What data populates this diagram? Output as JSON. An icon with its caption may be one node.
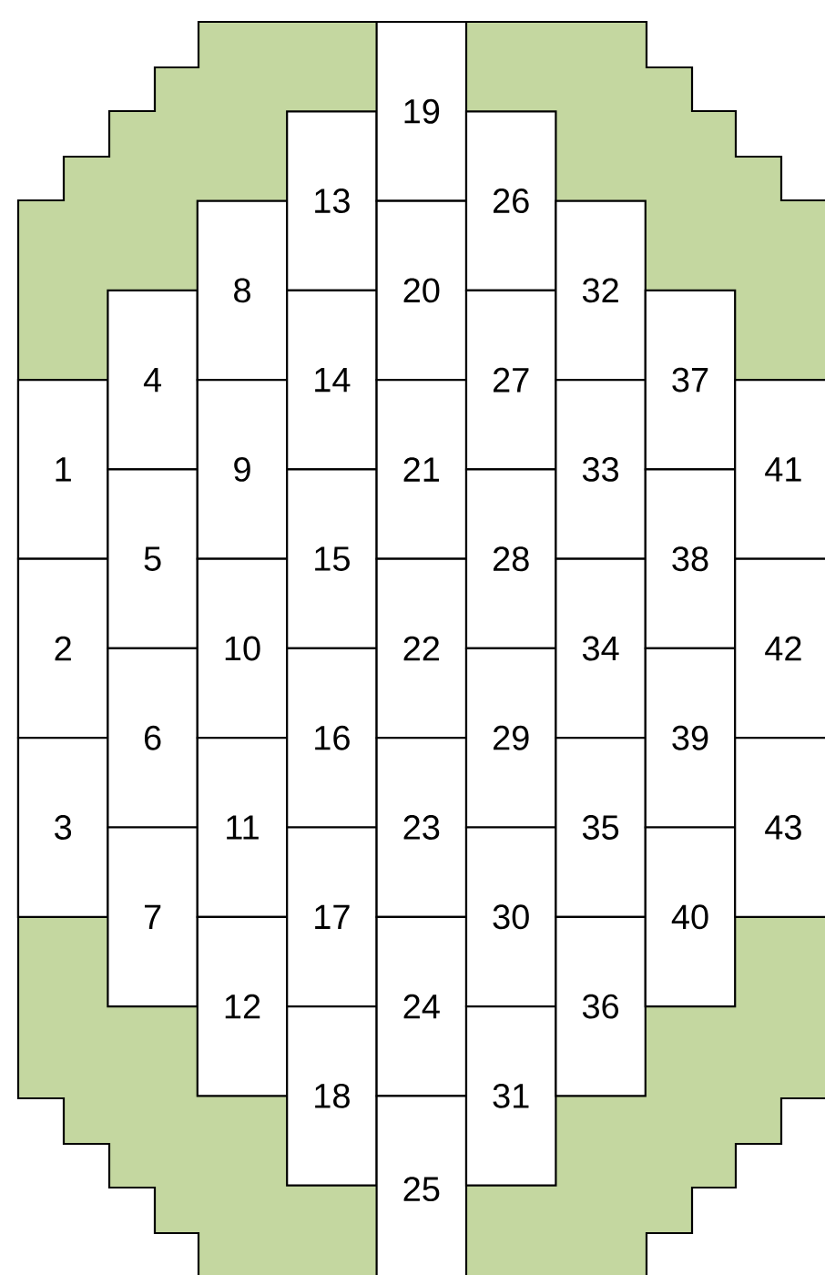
{
  "diagram": {
    "nodes": [
      {
        "text": [
          "1"
        ]
      },
      {
        "text": [
          "2"
        ]
      },
      {
        "text": [
          "3"
        ]
      },
      {
        "text": [
          "4"
        ]
      },
      {
        "text": [
          "5"
        ]
      },
      {
        "text": [
          "6"
        ]
      },
      {
        "text": [
          "7"
        ]
      },
      {
        "text": [
          "8"
        ]
      },
      {
        "text": [
          "9"
        ]
      },
      {
        "text": [
          "10"
        ]
      },
      {
        "text": [
          "11"
        ]
      },
      {
        "text": [
          "12"
        ]
      },
      {
        "text": [
          "13"
        ]
      },
      {
        "text": [
          "14"
        ]
      },
      {
        "text": [
          "15"
        ]
      },
      {
        "text": [
          "16"
        ]
      },
      {
        "text": [
          "17"
        ]
      },
      {
        "text": [
          "18"
        ]
      },
      {
        "text": [
          "19"
        ]
      },
      {
        "text": [
          "20"
        ]
      },
      {
        "text": [
          "21"
        ]
      },
      {
        "text": [
          "22"
        ]
      },
      {
        "text": [
          "23"
        ]
      },
      {
        "text": [
          "24"
        ]
      },
      {
        "text": [
          "25"
        ]
      },
      {
        "text": [
          "26"
        ]
      },
      {
        "text": [
          "27"
        ]
      },
      {
        "text": [
          "28"
        ]
      },
      {
        "text": [
          "29"
        ]
      },
      {
        "text": [
          "30"
        ]
      },
      {
        "text": [
          "31"
        ]
      },
      {
        "text": [
          "32"
        ]
      },
      {
        "text": [
          "33"
        ]
      },
      {
        "text": [
          "34"
        ]
      },
      {
        "text": [
          "35"
        ]
      },
      {
        "text": [
          "36"
        ]
      },
      {
        "text": [
          "37"
        ]
      },
      {
        "text": [
          "38"
        ]
      },
      {
        "text": [
          "39"
        ]
      },
      {
        "text": [
          "40"
        ]
      },
      {
        "text": [
          "41"
        ]
      },
      {
        "text": [
          "42"
        ]
      },
      {
        "text": [
          "43"
        ]
      }
    ]
  }
}
